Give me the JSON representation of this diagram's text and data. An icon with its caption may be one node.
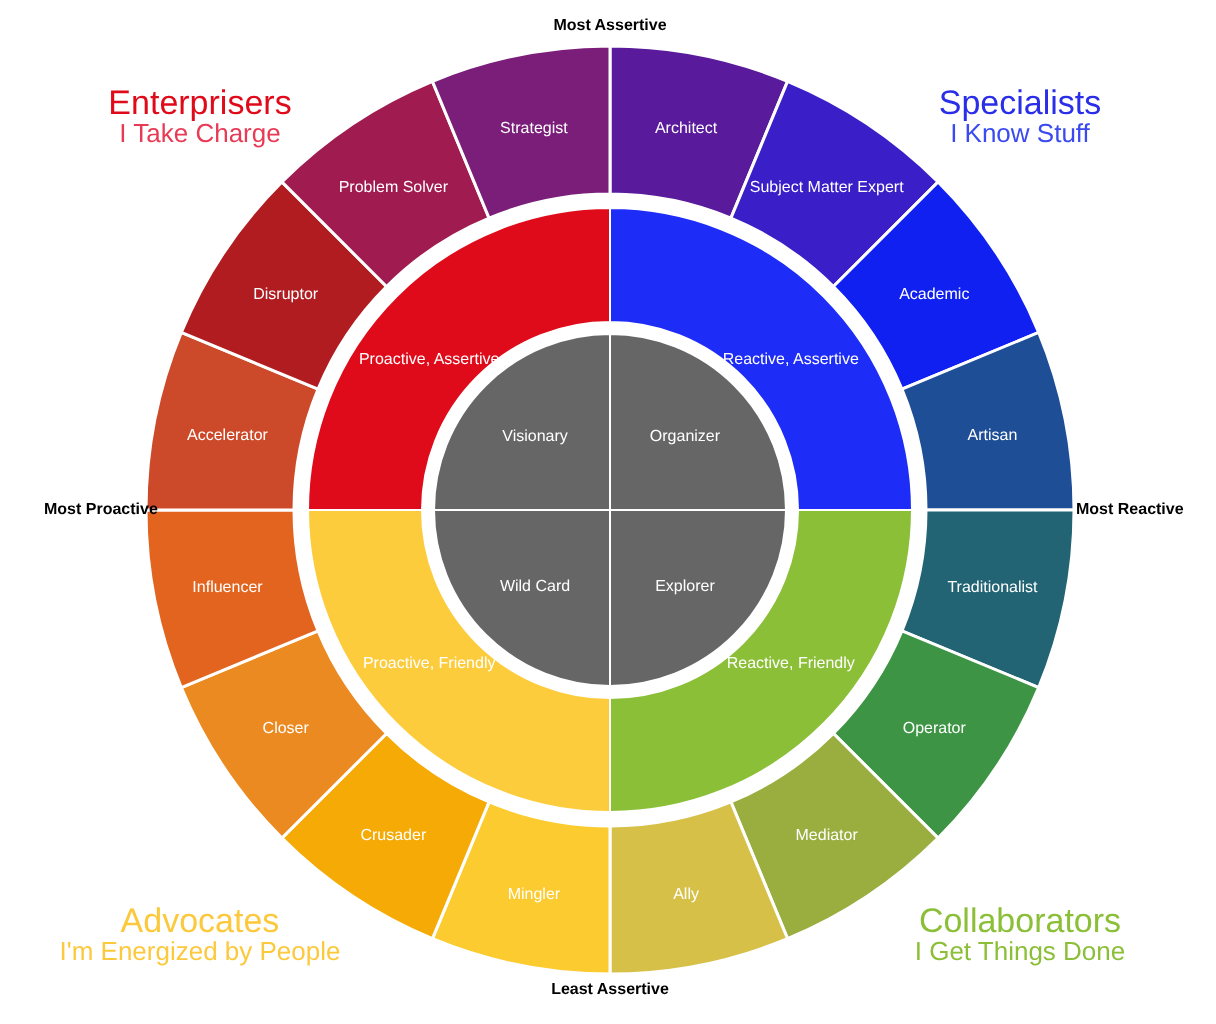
{
  "diagram": {
    "nodes": [
      {
        "text": [
          "Visionary"
        ]
      },
      {
        "text": [
          "Organizer"
        ]
      },
      {
        "text": [
          "Wild Card"
        ]
      },
      {
        "text": [
          "Explorer"
        ]
      },
      {
        "text": [
          "Proactive, Assertive"
        ]
      },
      {
        "text": [
          "Reactive, Assertive"
        ]
      },
      {
        "text": [
          "Proactive, Friendly"
        ]
      },
      {
        "text": [
          "Reactive, Friendly"
        ]
      },
      {
        "text": [
          "Architect"
        ]
      },
      {
        "text": [
          "Subject Matter Expert"
        ]
      },
      {
        "text": [
          "Academic"
        ]
      },
      {
        "text": [
          "Artisan"
        ]
      },
      {
        "text": [
          "Traditionalist"
        ]
      },
      {
        "text": [
          "Operator"
        ]
      },
      {
        "text": [
          "Mediator"
        ]
      },
      {
        "text": [
          "Ally"
        ]
      },
      {
        "text": [
          "Mingler"
        ]
      },
      {
        "text": [
          "Crusader"
        ]
      },
      {
        "text": [
          "Closer"
        ]
      },
      {
        "text": [
          "Influencer"
        ]
      },
      {
        "text": [
          "Accelerator"
        ]
      },
      {
        "text": [
          "Disruptor"
        ]
      },
      {
        "text": [
          "Problem Solver"
        ]
      },
      {
        "text": [
          "Strategist"
        ]
      }
    ],
    "labels": [
      "Most Assertive",
      "Enterprisers",
      "I Take Charge",
      "Specialists",
      "I Know Stuff",
      "Most Proactive",
      "Most Reactive",
      "Advocates",
      "I'm Energized by People",
      "Collaborators",
      "I Get Things Done",
      "Least Assertive"
    ]
  }
}
